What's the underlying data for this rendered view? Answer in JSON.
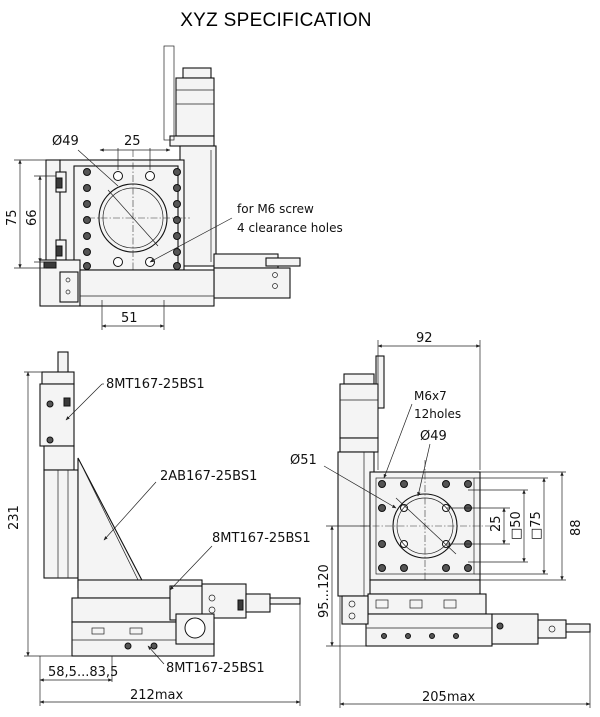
{
  "title": "XYZ SPECIFICATION",
  "top_view": {
    "dim_diameter": "Ø49",
    "dim_25": "25",
    "dim_75": "75",
    "dim_66": "66",
    "dim_51": "51",
    "note_line1": "for M6 screw",
    "note_line2": "4 clearance holes"
  },
  "side_view": {
    "label_top_stage": "8MT167-25BS1",
    "label_bracket": "2AB167-25BS1",
    "label_mid_stage": "8MT167-25BS1",
    "label_bottom_stage": "8MT167-25BS1",
    "dim_height": "231",
    "dim_travel": "58,5...83,5",
    "dim_width": "212max"
  },
  "front_view": {
    "dim_92": "92",
    "label_m6": "M6x7",
    "label_holes": "12holes",
    "dim_diameter_49": "Ø49",
    "dim_diameter_51": "Ø51",
    "dim_25": "25",
    "dim_sq50": "□50",
    "dim_sq75": "□75",
    "dim_88": "88",
    "dim_range": "95...120",
    "dim_width": "205max"
  }
}
